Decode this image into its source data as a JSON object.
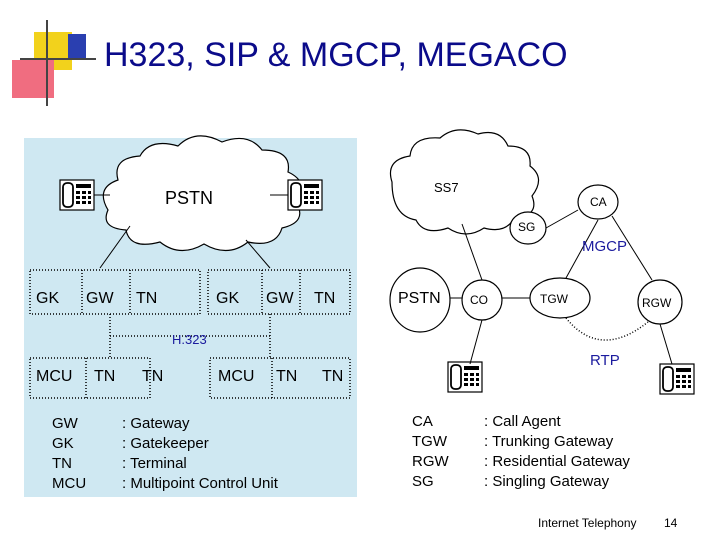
{
  "slide": {
    "title": "H323, SIP & MGCP, MEGACO",
    "footer": "Internet Telephony",
    "page_number": "14"
  },
  "left_diagram": {
    "cloud_label": "PSTN",
    "h323_label": "H.323",
    "row1": [
      "GK",
      "GW",
      "TN",
      "GK",
      "GW",
      "TN"
    ],
    "row2": [
      "MCU",
      "TN",
      "TN",
      "MCU",
      "TN",
      "TN"
    ]
  },
  "right_diagram": {
    "ss7_label": "SS7",
    "ca_label": "CA",
    "sg_label": "SG",
    "mgcp_label": "MGCP",
    "pstn_label": "PSTN",
    "co_label": "CO",
    "tgw_label": "TGW",
    "rgw_label": "RGW",
    "rtp_label": "RTP"
  },
  "legend_left": {
    "terms": [
      "GW",
      "GK",
      "TN",
      "MCU"
    ],
    "definitions": [
      ": Gateway",
      ": Gatekeeper",
      ": Terminal",
      ": Multipoint Control Unit"
    ]
  },
  "legend_right": {
    "terms": [
      "CA",
      "TGW",
      "RGW",
      "SG"
    ],
    "definitions": [
      ": Call Agent",
      ": Trunking Gateway",
      ": Residential Gateway",
      ": Singling Gateway"
    ]
  },
  "icons": [
    "telephone-icon",
    "logo-squares-icon"
  ],
  "colors": {
    "title": "#0b0b8a",
    "panel": "#cfe8f2",
    "accent_label": "#1b1b9e",
    "logo_yellow": "#f2d21c",
    "logo_red": "#e8323c",
    "logo_blue": "#2a3fb0"
  }
}
